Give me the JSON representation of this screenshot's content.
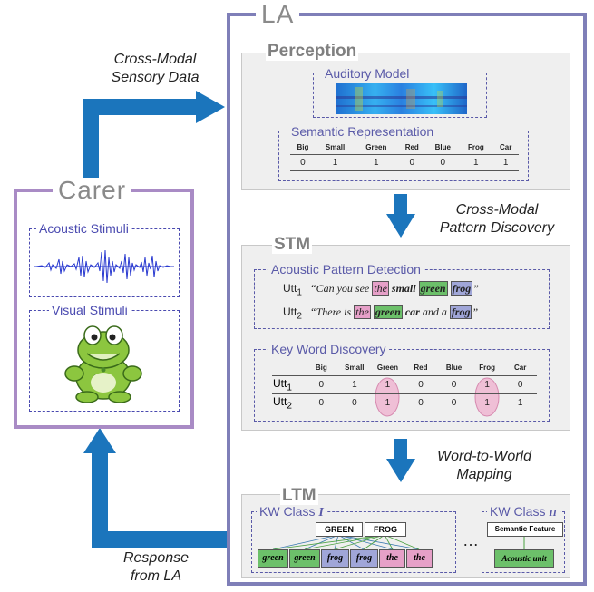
{
  "la": {
    "title": "LA"
  },
  "carer": {
    "title": "Carer",
    "acoustic_title": "Acoustic Stimuli",
    "visual_title": "Visual Stimuli"
  },
  "arrows": {
    "to_la_label": [
      "Cross-Modal",
      "Sensory Data"
    ],
    "to_carer_label": [
      "Response",
      "from LA"
    ],
    "perception_to_stm": [
      "Cross-Modal",
      "Pattern Discovery"
    ],
    "stm_to_ltm": [
      "Word-to-World",
      "Mapping"
    ]
  },
  "perception": {
    "title": "Perception",
    "auditory_title": "Auditory Model",
    "semantic_title": "Semantic Representation",
    "columns": [
      "Big",
      "Small",
      "Green",
      "Red",
      "Blue",
      "Frog",
      "Car"
    ],
    "values": [
      "0",
      "1",
      "1",
      "0",
      "0",
      "1",
      "1"
    ]
  },
  "stm": {
    "title": "STM",
    "apd_title": "Acoustic Pattern Detection",
    "utt1": {
      "tag": "Utt",
      "sub": "1",
      "pre": "“Can you see ",
      "w1": "the",
      "w2": "small",
      "w3": "green",
      "w4": "frog",
      "post": "”"
    },
    "utt2": {
      "tag": "Utt",
      "sub": "2",
      "pre": "“There is ",
      "w1": "the",
      "w2": "green",
      "w3": "car",
      "mid": " and a ",
      "w4": "frog",
      "post": "”"
    },
    "kwd_title": "Key Word Discovery",
    "columns": [
      "Big",
      "Small",
      "Green",
      "Red",
      "Blue",
      "Frog",
      "Car"
    ],
    "rows": [
      {
        "tag": "Utt",
        "sub": "1",
        "values": [
          "0",
          "1",
          "1",
          "0",
          "0",
          "1",
          "0"
        ]
      },
      {
        "tag": "Utt",
        "sub": "2",
        "values": [
          "0",
          "0",
          "1",
          "0",
          "0",
          "1",
          "1"
        ]
      }
    ]
  },
  "ltm": {
    "title": "LTM",
    "class1_title": "KW Class ",
    "class1_roman": "I",
    "class2_title": "KW Class ",
    "class2_roman": "II",
    "green": "GREEN",
    "frog": "FROG",
    "leaves": [
      "green",
      "green",
      "frog",
      "frog",
      "the",
      "the"
    ],
    "ellipsis": "…",
    "semantic_feature": "Semantic Feature",
    "acoustic_unit": "Acoustic unit"
  },
  "colors": {
    "arrow": "#1b75bc",
    "la_frame": "#7f7fb8",
    "carer_frame": "#a98bc5",
    "pink": "#e6a0c8",
    "green": "#6cc06a",
    "blue": "#a0a6d8"
  }
}
